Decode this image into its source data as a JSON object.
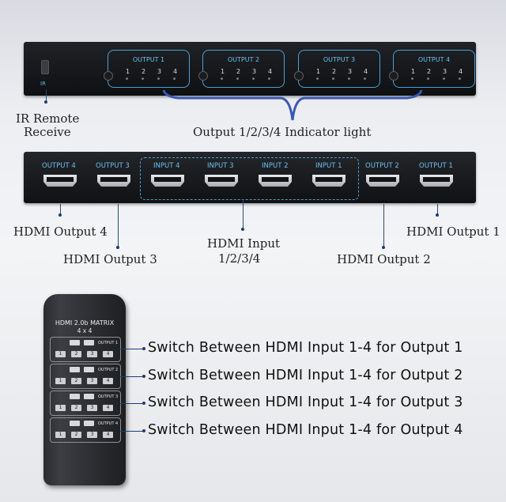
{
  "front_panel": {
    "ir_label": "IR",
    "outputs": [
      {
        "title": "OUTPUT 1",
        "nums": [
          "1",
          "2",
          "3",
          "4"
        ]
      },
      {
        "title": "OUTPUT 2",
        "nums": [
          "1",
          "2",
          "3",
          "4"
        ]
      },
      {
        "title": "OUTPUT 3",
        "nums": [
          "1",
          "2",
          "3",
          "4"
        ]
      },
      {
        "title": "OUTPUT 4",
        "nums": [
          "1",
          "2",
          "3",
          "4"
        ]
      }
    ]
  },
  "annotations": {
    "ir_line1": "IR Remote",
    "ir_line2": "Receive",
    "indicator": "Output 1/2/3/4 Indicator light",
    "hdmi_out4": "HDMI Output 4",
    "hdmi_out3": "HDMI Output 3",
    "hdmi_input_line1": "HDMI Input",
    "hdmi_input_line2": "1/2/3/4",
    "hdmi_out2": "HDMI Output 2",
    "hdmi_out1": "HDMI Output 1"
  },
  "rear_panel": {
    "ports": [
      "OUTPUT 4",
      "OUTPUT 3",
      "INPUT 4",
      "INPUT 3",
      "INPUT 2",
      "INPUT 1",
      "OUTPUT 2",
      "OUTPUT 1"
    ]
  },
  "remote": {
    "title": "HDMI 2.0b MATRIX",
    "subtitle": "4 x 4",
    "sections": [
      {
        "label": "OUTPUT 1",
        "keys": [
          "1",
          "2",
          "3",
          "4"
        ]
      },
      {
        "label": "OUTPUT 2",
        "keys": [
          "1",
          "2",
          "3",
          "4"
        ]
      },
      {
        "label": "OUTPUT 3",
        "keys": [
          "1",
          "2",
          "3",
          "4"
        ]
      },
      {
        "label": "OUTPUT 4",
        "keys": [
          "1",
          "2",
          "3",
          "4"
        ]
      }
    ]
  },
  "switch_labels": [
    "Switch Between HDMI Input 1-4 for Output 1",
    "Switch Between HDMI Input 1-4 for Output 2",
    "Switch Between HDMI Input 1-4 for Output 3",
    "Switch Between HDMI Input 1-4 for Output 4"
  ],
  "colors": {
    "accent": "#4aa0d8",
    "leader": "#1c3d70"
  }
}
